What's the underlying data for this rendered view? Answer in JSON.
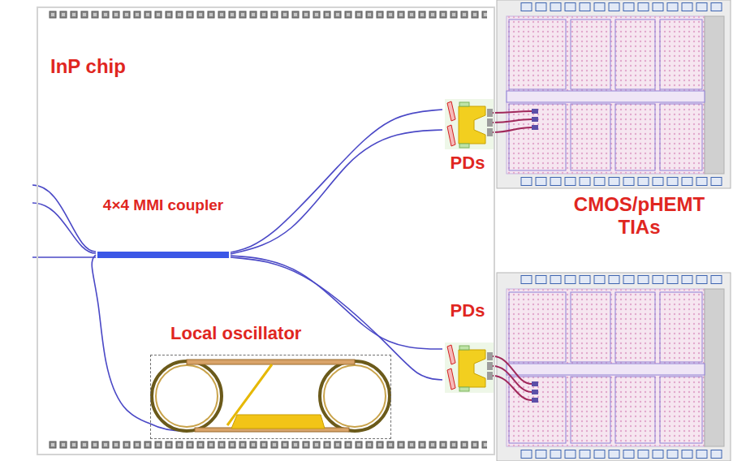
{
  "diagram": {
    "nodes": [
      {
        "text": [
          "InP chip"
        ]
      },
      {
        "text": [
          "PDs"
        ],
        "in": 0
      },
      {
        "text": [
          "4×4 MMI coupler"
        ],
        "in": 0
      },
      {
        "text": [
          "PDs"
        ],
        "in": 0
      },
      {
        "text": [
          "Local oscillator"
        ],
        "in": 0
      }
    ],
    "edges": [
      {
        "from": 2,
        "to": 1,
        "arrow": "none"
      },
      {
        "from": 2,
        "to": 1,
        "arrow": "none"
      },
      {
        "from": 2,
        "to": 3,
        "arrow": "none"
      },
      {
        "from": 2,
        "to": 3,
        "arrow": "none"
      },
      {
        "from": 4,
        "to": 2,
        "arrow": "none"
      }
    ],
    "labels": [
      "CMOS/pHEMT TIAs"
    ]
  }
}
